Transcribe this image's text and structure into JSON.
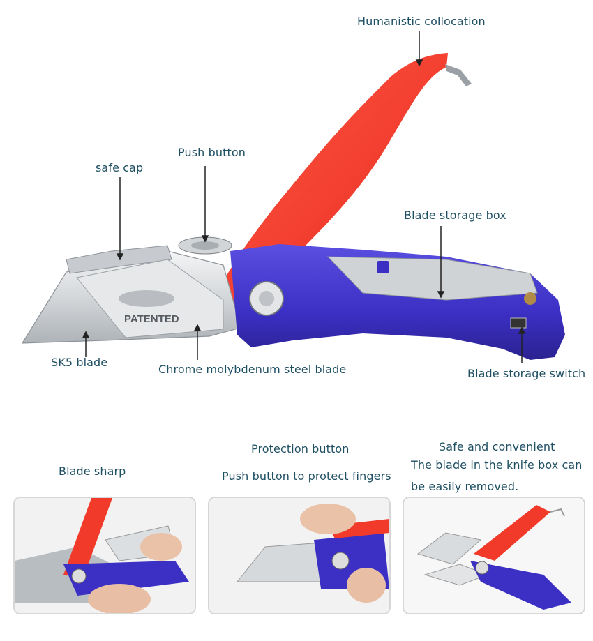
{
  "labels": {
    "humanistic": "Humanistic collocation",
    "push_button": "Push button",
    "safe_cap": "safe cap",
    "blade_storage_box": "Blade storage box",
    "sk5_blade": "SK5 blade",
    "chrome_blade": "Chrome molybdenum steel blade",
    "blade_storage_switch": "Blade storage switch",
    "patented": "PATENTED"
  },
  "features": {
    "blade_sharp": "Blade sharp",
    "protection_button": "Protection button",
    "protection_desc": "Push button to protect fingers",
    "safe_convenient": "Safe and convenient",
    "safe_desc_line1": "The blade in the knife box can",
    "safe_desc_line2": "be easily removed."
  },
  "colors": {
    "handle_red": "#f23a2a",
    "handle_blue": "#3b2fc4",
    "blade_silver": "#d9dcdf",
    "label_text": "#1f4f63"
  }
}
